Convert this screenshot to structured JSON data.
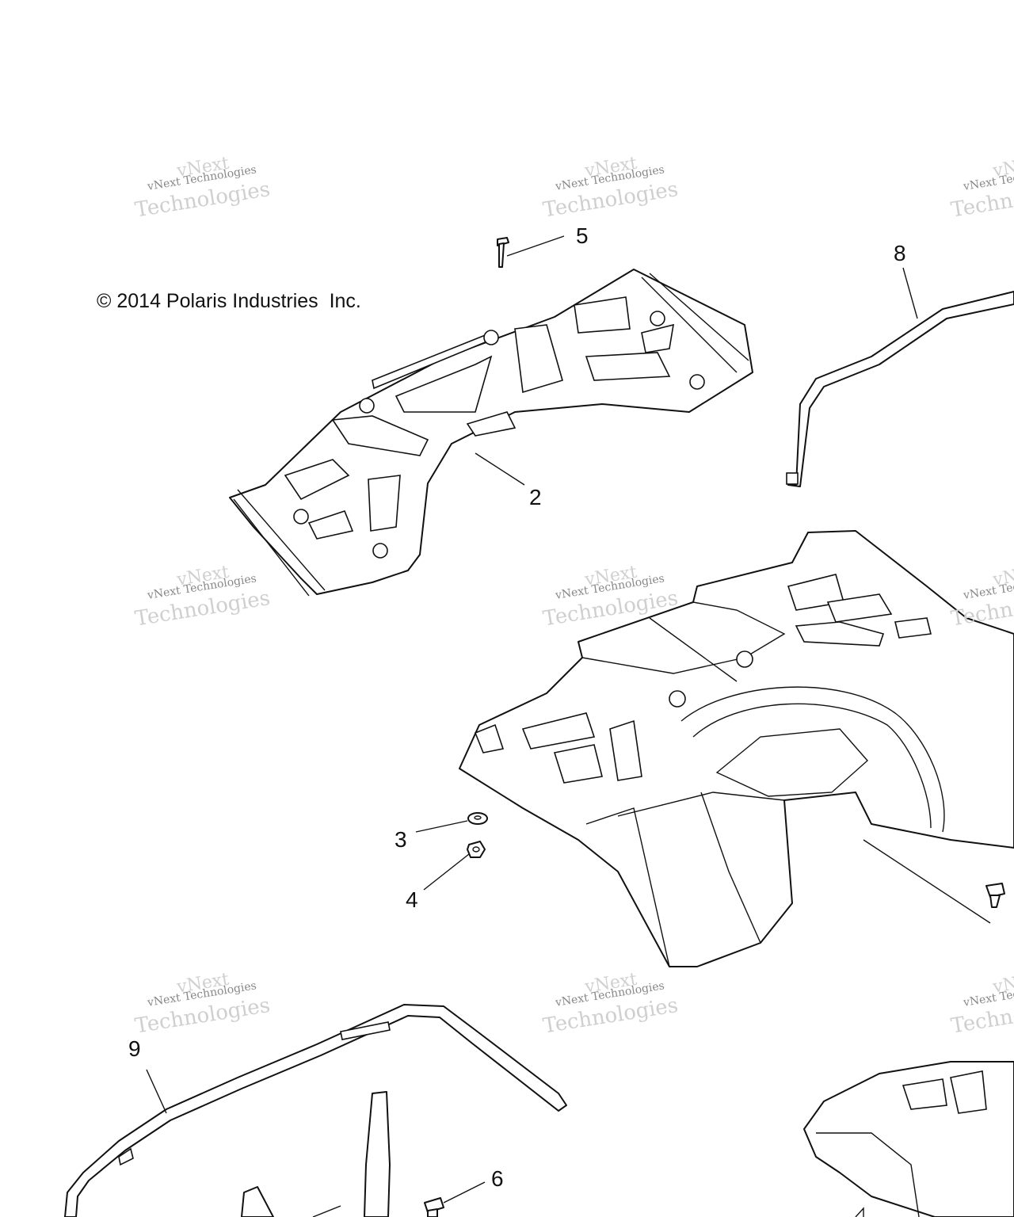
{
  "copyright": "© 2014 Polaris Industries  Inc.",
  "watermark": {
    "line1": "vNext",
    "line2": "vNext Technologies",
    "line3": "Technologies"
  },
  "callouts": [
    {
      "id": "2",
      "label": "2"
    },
    {
      "id": "3",
      "label": "3"
    },
    {
      "id": "4",
      "label": "4"
    },
    {
      "id": "5",
      "label": "5"
    },
    {
      "id": "6",
      "label": "6"
    },
    {
      "id": "8",
      "label": "8"
    },
    {
      "id": "9",
      "label": "9"
    }
  ],
  "colors": {
    "line": "#111111",
    "background": "#ffffff",
    "watermark": "#b8b8b8"
  }
}
